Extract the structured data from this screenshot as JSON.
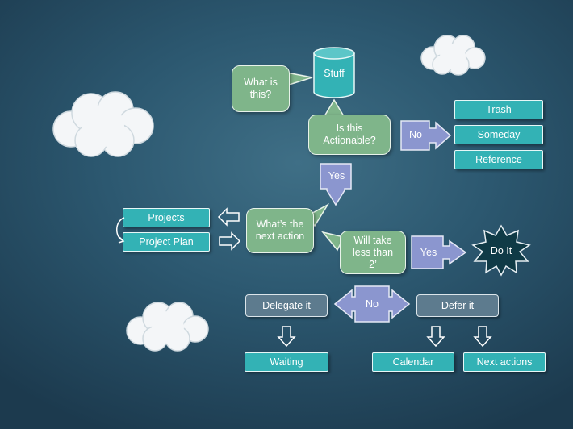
{
  "nodes": {
    "stuff": "Stuff",
    "what_is_this": "What is this?",
    "is_actionable": "Is this Actionable?",
    "no_top": "No",
    "trash": "Trash",
    "someday": "Someday",
    "reference": "Reference",
    "yes_down": "Yes",
    "whats_next": "What’s the next action",
    "projects": "Projects",
    "project_plan": "Project Plan",
    "will_take": "Will take less than 2’",
    "yes_right": "Yes",
    "do_it": "Do It",
    "no_mid": "No",
    "delegate": "Delegate it",
    "defer": "Defer it",
    "waiting": "Waiting",
    "calendar": "Calendar",
    "next_actions": "Next actions"
  },
  "colors": {
    "teal": "#33b2b5",
    "bubble_green": "#7fb58a",
    "arrow_purple": "#8b96cf",
    "gray_box": "#5d7b8e",
    "do_it_star": "#0f3a46"
  }
}
